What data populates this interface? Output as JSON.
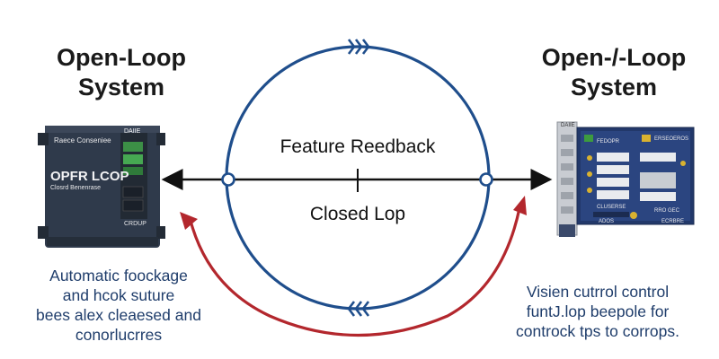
{
  "left": {
    "title_line1": "Open-Loop",
    "title_line2": "System",
    "device": {
      "header": "Raece Conseniee",
      "tag": "DAIIE",
      "name": "OPFR LCOP",
      "sub": "Closrd Benenrase",
      "side_label": "CRDUP"
    },
    "caption_lines": [
      "Automatic foockage",
      "and hcok suture",
      "bees alex cleaesed and",
      "conorlucrres"
    ]
  },
  "right": {
    "title_line1": "Open-/-Loop",
    "title_line2": "System",
    "device": {
      "top_tag": "DAIIE",
      "header_left": "FEDOPR",
      "header_right": "ERSEOEROS",
      "label_a": "CLUSERSE",
      "label_b": "RRO GEC",
      "bottom_left": "ADOS",
      "bottom_right": "ECRBRE"
    },
    "caption_lines": [
      "Visien cutrrol control",
      "funtJ.lop beepole for",
      "controck tps to corrops."
    ]
  },
  "center": {
    "top_label": "Feature Reedback",
    "bottom_label": "Closed Lop"
  },
  "colors": {
    "circle": "#1f4e8c",
    "return_arrow": "#b3272d",
    "line": "#111111",
    "caption": "#1f3d6b"
  }
}
